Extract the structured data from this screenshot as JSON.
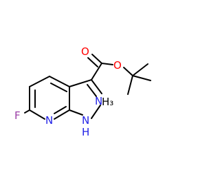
{
  "atoms": {
    "O_carbonyl": {
      "text": "O",
      "color": "#ff0000"
    },
    "O_ester": {
      "text": "O",
      "color": "#ff0000"
    },
    "F": {
      "text": "F",
      "color": "#9b3fa6"
    },
    "N_pyridine": {
      "text": "N",
      "color": "#1f1fe6"
    },
    "N2": {
      "text": "N",
      "color": "#1f1fe6"
    },
    "N1": {
      "text": "N",
      "color": "#1f1fe6"
    },
    "H_N1": {
      "text": "H",
      "color": "#1f1fe6"
    },
    "H3": {
      "text": "H₃",
      "color": "#000000"
    }
  },
  "bond_color": "#000000"
}
